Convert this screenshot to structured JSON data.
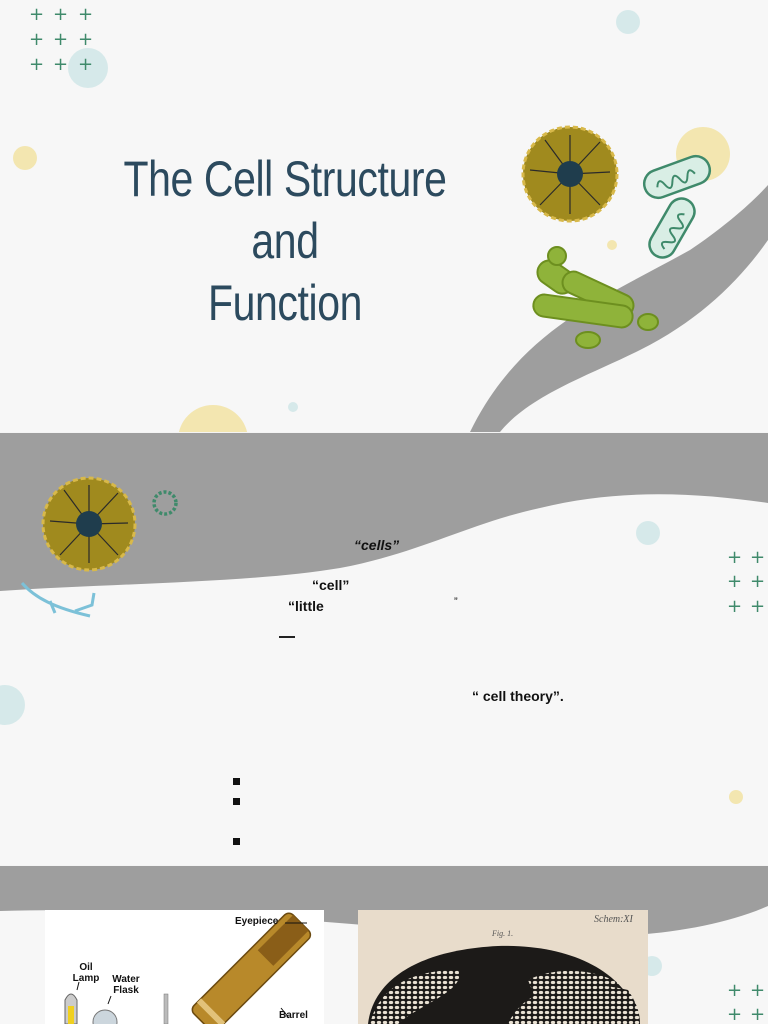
{
  "slide1": {
    "title_line1": "The Cell Structure and",
    "title_line2": "Function"
  },
  "slide2": {
    "cells_text": "“cells”",
    "cell_text": "“cell”",
    "little_text": "“little",
    "close_quote": "”",
    "cell_theory_text": "“ cell theory”."
  },
  "slide3": {
    "microscope_labels": {
      "eyepiece": "Eyepiece",
      "oil_lamp": "Oil\nLamp",
      "water_flask": "Water\nFlask",
      "barrel": "Barrel"
    },
    "drawing_labels": {
      "schema": "Schem:XI",
      "fig": "Fig. 1."
    }
  },
  "colors": {
    "title": "#2c4a5e",
    "olive": "#a08a1e",
    "green": "#3f8a6b",
    "lime": "#8fb33a",
    "cream": "#f3e6b0",
    "teal_light": "#d6e9ea"
  }
}
